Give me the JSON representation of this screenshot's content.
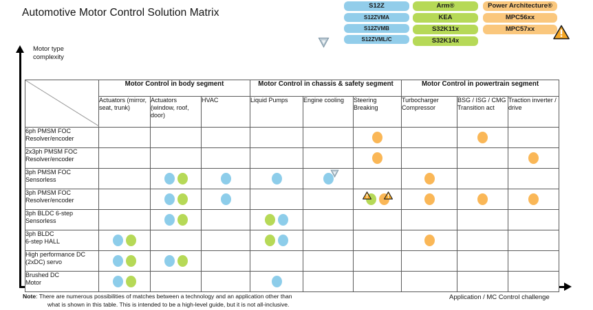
{
  "title": "Automotive Motor Control Solution Matrix",
  "axes": {
    "y_label_line1": "Motor type",
    "y_label_line2": "complexity",
    "x_label": "Application / MC Control challenge"
  },
  "legend": {
    "columns": [
      {
        "color": "#92cdea",
        "name": "blue",
        "items": [
          "S12Z",
          "S12ZVMA",
          "S12ZVMB",
          "S12ZVML/C"
        ]
      },
      {
        "color": "#b6d957",
        "name": "green",
        "items": [
          "Arm®",
          "KEA",
          "S32K11x",
          "S32K14x"
        ]
      },
      {
        "color": "#fac77d",
        "name": "orange",
        "items": [
          "Power Architecture®",
          "MPC56xx",
          "MPC57xx"
        ]
      }
    ],
    "shield_icon": "shield-icon",
    "warning_icon": "warning-triangle-icon"
  },
  "matrix": {
    "corner": "",
    "groups": [
      {
        "label": "Motor Control in body segment",
        "span": 3
      },
      {
        "label": "Motor Control in chassis & safety segment",
        "span": 3
      },
      {
        "label": "Motor Control in powertrain segment",
        "span": 3
      }
    ],
    "columns": [
      "Actuators (mirror, seat, trunk)",
      "Actuators (window, roof, door)",
      "HVAC",
      "Liquid Pumps",
      "Engine cooling",
      "Steering Breaking",
      "Turbocharger Compressor",
      "BSG / ISG / CMG Transition act",
      "Traction inverter / drive"
    ],
    "rows": [
      {
        "label": "6ph PMSM FOC Resolver/encoder",
        "cells": [
          [],
          [],
          [],
          [],
          [],
          [
            {
              "color": "orange"
            }
          ],
          [],
          [
            {
              "color": "orange"
            }
          ],
          []
        ]
      },
      {
        "label": "2x3ph PMSM FOC Resolver/encoder",
        "cells": [
          [],
          [],
          [],
          [],
          [],
          [
            {
              "color": "orange"
            }
          ],
          [],
          [],
          [
            {
              "color": "orange"
            }
          ]
        ]
      },
      {
        "label": "3ph PMSM FOC Sensorless",
        "cells": [
          [],
          [
            {
              "color": "blue"
            },
            {
              "color": "green"
            }
          ],
          [
            {
              "color": "blue"
            }
          ],
          [
            {
              "color": "blue"
            }
          ],
          [
            {
              "color": "blue",
              "badge": "shield"
            }
          ],
          [],
          [
            {
              "color": "orange"
            }
          ],
          [],
          []
        ]
      },
      {
        "label": "3ph PMSM FOC Resolver/encoder",
        "cells": [
          [],
          [
            {
              "color": "blue"
            },
            {
              "color": "green"
            }
          ],
          [
            {
              "color": "blue"
            }
          ],
          [],
          [],
          [
            {
              "color": "green",
              "badge": "warn-tl"
            },
            {
              "color": "orange",
              "badge": "warn-tr"
            }
          ],
          [
            {
              "color": "orange"
            }
          ],
          [
            {
              "color": "orange"
            }
          ],
          [
            {
              "color": "orange"
            }
          ]
        ]
      },
      {
        "label": "3ph BLDC 6-step Sensorless",
        "cells": [
          [],
          [
            {
              "color": "blue"
            },
            {
              "color": "green"
            }
          ],
          [],
          [
            {
              "color": "green"
            },
            {
              "color": "blue"
            }
          ],
          [],
          [],
          [],
          [],
          []
        ]
      },
      {
        "label": "3ph BLDC 6-step HALL",
        "cells": [
          [
            {
              "color": "blue"
            },
            {
              "color": "green"
            }
          ],
          [],
          [],
          [
            {
              "color": "green"
            },
            {
              "color": "blue"
            }
          ],
          [],
          [],
          [
            {
              "color": "orange"
            }
          ],
          [],
          []
        ]
      },
      {
        "label": "High performance DC (2xDC) servo",
        "cells": [
          [
            {
              "color": "blue"
            },
            {
              "color": "green"
            }
          ],
          [
            {
              "color": "blue"
            },
            {
              "color": "green"
            }
          ],
          [],
          [],
          [],
          [],
          [],
          [],
          []
        ]
      },
      {
        "label": "Brushed DC Motor",
        "cells": [
          [
            {
              "color": "blue"
            },
            {
              "color": "green"
            }
          ],
          [],
          [],
          [
            {
              "color": "blue"
            }
          ],
          [],
          [],
          [],
          [],
          []
        ]
      }
    ]
  },
  "note": {
    "label": "Note",
    "line1": ": There are numerous possibilities of matches between a technology and an application other than",
    "line2": "what is shown in this table. This is intended to be a high-level guide, but it is not all-inclusive."
  }
}
